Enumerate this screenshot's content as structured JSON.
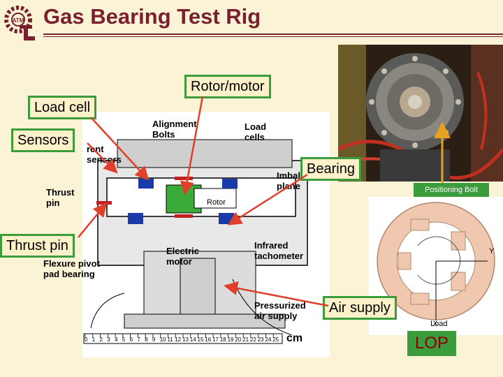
{
  "title": "Gas Bearing Test Rig",
  "callouts": {
    "rotor_motor": "Rotor/motor",
    "load_cell": "Load cell",
    "sensors": "Sensors",
    "bearing": "Bearing",
    "thrust_pin": "Thrust pin",
    "air_supply": "Air supply"
  },
  "drawing_labels": {
    "alignment_bolts": "Alignment\nBolts",
    "load_cells": "Load\ncells",
    "current_sensors": "rent\nsensors",
    "thrust_pin": "Thrust\npin",
    "imbalance_plane": "Imbal\nplane",
    "rotor": "Rotor",
    "electric_motor": "Electric\nmotor",
    "infrared_tachometer": "Infrared\ntachometer",
    "flexure_pivot": "Flexure pivot\npad bearing",
    "pressurized_air": "Pressurized\nair supply",
    "scale_unit": "cm",
    "scale_ticks": [
      "0",
      "1",
      "2",
      "3",
      "4",
      "5",
      "6",
      "7",
      "8",
      "9",
      "10",
      "11",
      "12",
      "13",
      "14",
      "15",
      "16",
      "17",
      "18",
      "19",
      "20",
      "21",
      "22",
      "23",
      "24",
      "25"
    ]
  },
  "positioning_bolt": "Positioning Bolt",
  "load_diagram": {
    "load": "Load",
    "x_axis": "X",
    "y_axis": "Y"
  },
  "lop": "LOP",
  "colors": {
    "title": "#7a1f2e",
    "callout_border": "#3a9c3a",
    "background": "#fbf3d6",
    "arrow": "#e0402a",
    "green_box": "#3a9c3a"
  }
}
